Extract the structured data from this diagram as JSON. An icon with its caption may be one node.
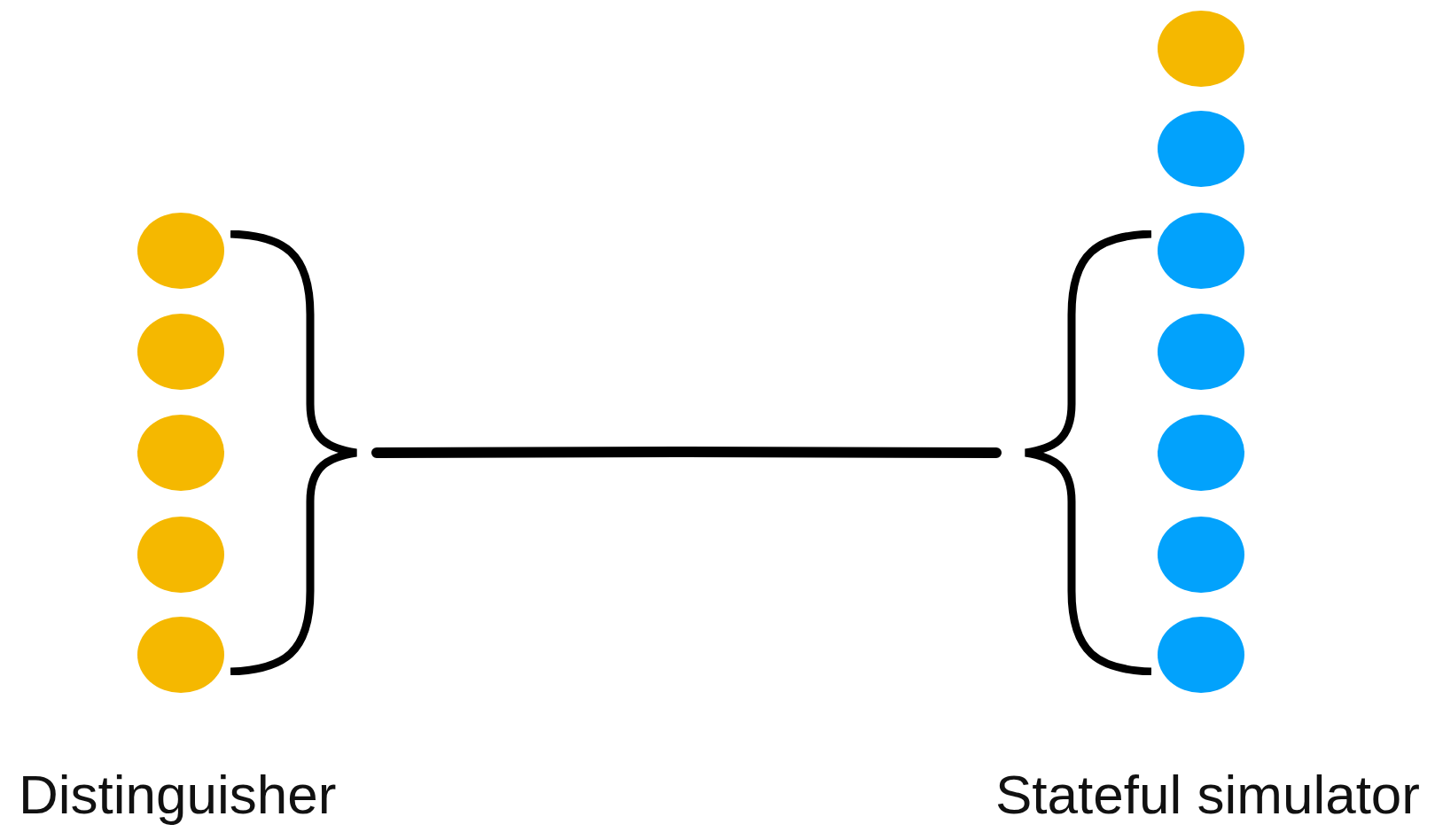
{
  "diagram": {
    "nodes": [
      {
        "text": [],
        "shape": "circle"
      },
      {
        "text": [],
        "shape": "circle"
      },
      {
        "text": [],
        "shape": "circle"
      },
      {
        "text": [],
        "shape": "circle"
      },
      {
        "text": [],
        "shape": "circle"
      },
      {
        "text": [],
        "shape": "brace"
      },
      {
        "text": [],
        "shape": "brace"
      },
      {
        "text": [],
        "shape": "circle"
      },
      {
        "text": [],
        "shape": "circle"
      },
      {
        "text": [],
        "shape": "circle"
      },
      {
        "text": [],
        "shape": "circle"
      },
      {
        "text": [],
        "shape": "circle"
      },
      {
        "text": [],
        "shape": "circle"
      },
      {
        "text": [],
        "shape": "circle"
      }
    ],
    "edges": [
      {
        "from": 5,
        "to": 6,
        "arrow": "none"
      }
    ],
    "labels": [
      "Distinguisher",
      "Stateful simulator"
    ]
  }
}
